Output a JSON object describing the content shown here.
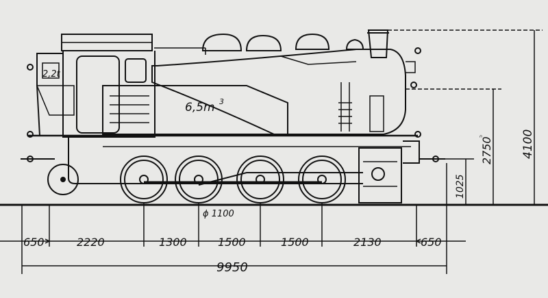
{
  "drawing": {
    "labels": {
      "coal_capacity": "2,2t",
      "water_capacity": "6,5m",
      "water_capacity_exp": "3",
      "wheel_diameter": "ϕ 1100",
      "small_mark": "ⁿ"
    },
    "dimensions": {
      "horizontal": [
        "650",
        "2220",
        "1300",
        "1500",
        "1500",
        "2130",
        "650"
      ],
      "overall_length": "9950",
      "height_total": "4100",
      "height_boiler_axis": "2750",
      "height_buffer": "1025"
    },
    "colors": {
      "paper": "#e9e9e7",
      "ink": "#111111"
    }
  }
}
